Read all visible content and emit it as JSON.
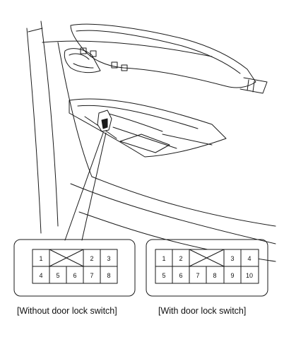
{
  "figure": {
    "connector_without": {
      "caption": "[Without door lock switch]",
      "top_pins": [
        "1",
        "2",
        "3"
      ],
      "bottom_pins": [
        "4",
        "5",
        "6",
        "7",
        "8"
      ]
    },
    "connector_with": {
      "caption": "[With door lock switch]",
      "top_pins": [
        "1",
        "2",
        "3",
        "4"
      ],
      "bottom_pins": [
        "5",
        "6",
        "7",
        "8",
        "9",
        "10"
      ]
    }
  }
}
